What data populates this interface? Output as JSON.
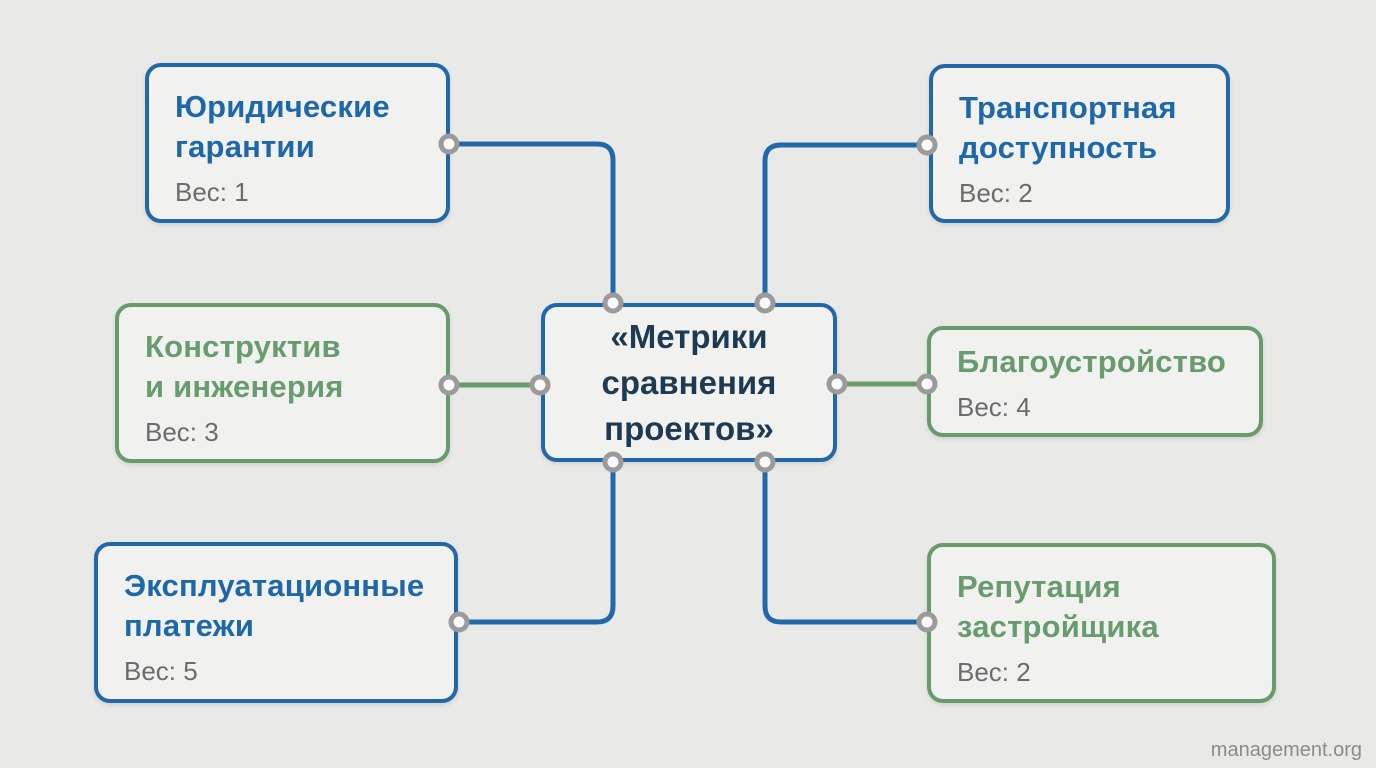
{
  "meta": {
    "watermark": "management.org"
  },
  "colors": {
    "background": "#e9eae8",
    "node_fill": "#f1f2f0",
    "blue": "#2268a9",
    "blue_text": "#1e67a9",
    "green": "#689a6c",
    "green_text": "#689c6e",
    "center_text": "#1d3a52",
    "weight_text": "#6c6c6c",
    "connector_ring": "#9b9b9b",
    "connector_fill": "#fafafa",
    "watermark_text": "#8b8b8b"
  },
  "center": {
    "title": "«Метрики\nсравнения\nпроектов»"
  },
  "nodes": {
    "legal": {
      "title": "Юридические\nгарантии",
      "weight": "Вес: 1",
      "color": "blue"
    },
    "transport": {
      "title": "Транспортная\nдоступность",
      "weight": "Вес: 2",
      "color": "blue"
    },
    "construction": {
      "title": "Конструктив\nи инженерия",
      "weight": "Вес: 3",
      "color": "green"
    },
    "landscaping": {
      "title": "Благоустройство",
      "weight": "Вес: 4",
      "color": "green"
    },
    "maintenance": {
      "title": "Эксплуатационные\nплатежи",
      "weight": "Вес: 5",
      "color": "blue"
    },
    "reputation": {
      "title": "Репутация\nзастройщика",
      "weight": "Вес: 2",
      "color": "green"
    }
  }
}
